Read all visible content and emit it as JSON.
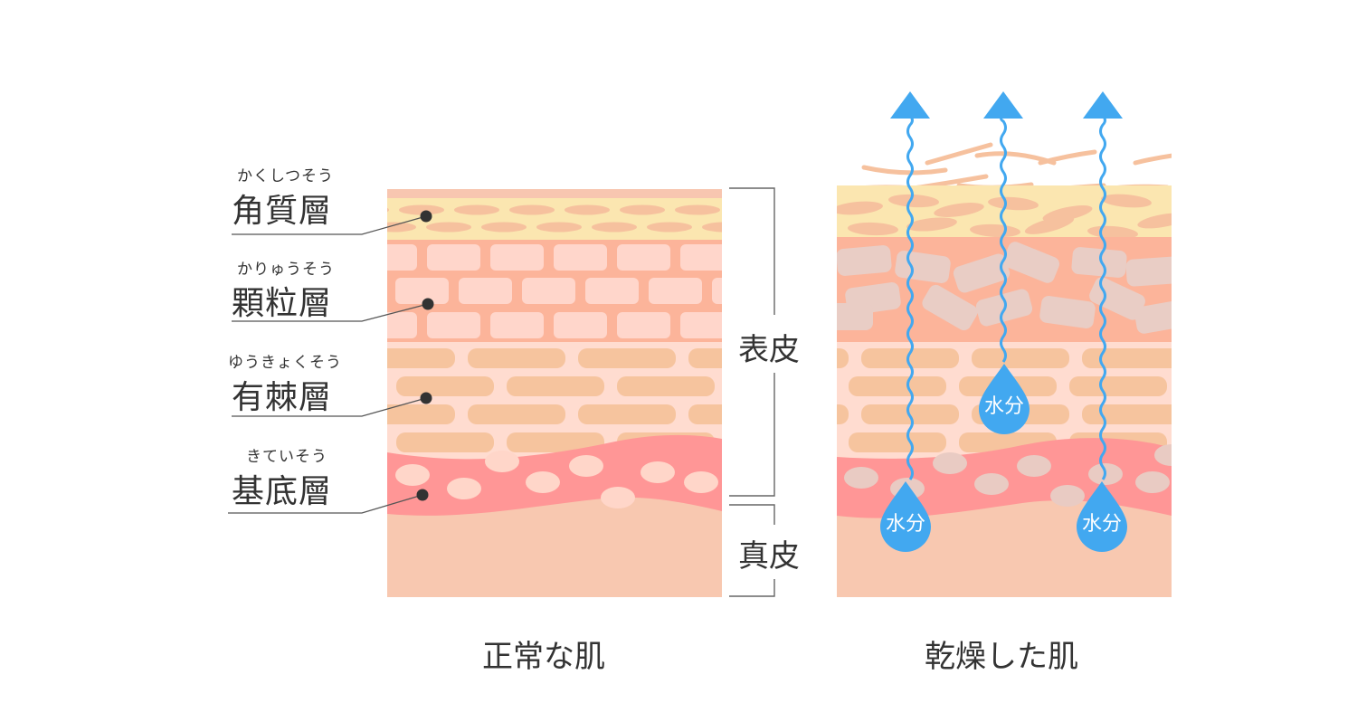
{
  "colors": {
    "background": "#ffffff",
    "text": "#333333",
    "leader_line": "#555555",
    "dot": "#333333",
    "bracket": "#666666",
    "top_band": "#f8c6b0",
    "corneum_bg": "#fbe6b0",
    "corneum_cell": "#f6c19e",
    "granular_bg": "#fcb49a",
    "granular_cell": "#ffd6cb",
    "granular_cell_dry": "#e9cdc5",
    "spinous_bg": "#ffdcd0",
    "spinous_cell": "#f6c49e",
    "basal_bg": "#ff9696",
    "basal_cell": "#ffd6c9",
    "basal_cell_dry": "#e9cbc3",
    "dermis": "#f8c8b0",
    "water": "#42a8f0",
    "water_text": "#ffffff"
  },
  "layers": [
    {
      "id": "stratum-corneum",
      "ruby": "かくしつそう",
      "name": "角質層"
    },
    {
      "id": "stratum-granulosum",
      "ruby": "かりゅうそう",
      "name": "顆粒層"
    },
    {
      "id": "stratum-spinosum",
      "ruby": "ゆうきょくそう",
      "name": "有棘層"
    },
    {
      "id": "stratum-basale",
      "ruby": "きていそう",
      "name": "基底層"
    }
  ],
  "brackets": {
    "epidermis": "表皮",
    "dermis": "真皮"
  },
  "panels": {
    "normal": {
      "caption": "正常な肌"
    },
    "dry": {
      "caption": "乾燥した肌",
      "water_label": "水分",
      "evaporation_arrows": 3,
      "water_drops": 3
    }
  }
}
